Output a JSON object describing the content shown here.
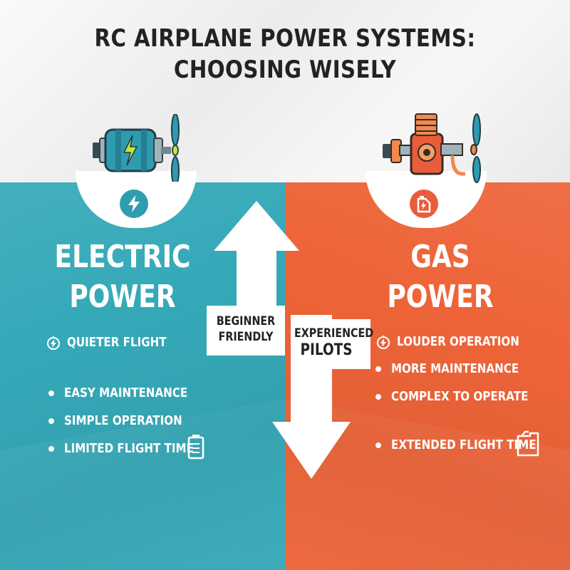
{
  "title": {
    "line1": "RC AIRPLANE POWER SYSTEMS:",
    "line2": "CHOOSING WISELY"
  },
  "colors": {
    "electric": "#35a9b8",
    "gas": "#ee6438",
    "dark": "#222222"
  },
  "electric": {
    "heading_line1": "ELECTRIC",
    "heading_line2": "POWER",
    "icon": "electric-motor-icon",
    "badge_icon": "lightning-bolt-icon",
    "highlight": "QUIETER FLIGHT",
    "highlight_icon": "quiet-timer-icon",
    "items": [
      "EASY MAINTENANCE",
      "SIMPLE OPERATION",
      "LIMITED FLIGHT TIME"
    ],
    "end_icon": "battery-icon"
  },
  "gas": {
    "heading_line1": "GAS",
    "heading_line2": "POWER",
    "icon": "gas-engine-icon",
    "badge_icon": "fuel-can-icon",
    "highlight": "LOUDER OPERATION",
    "highlight_icon": "loud-timer-icon",
    "items": [
      "MORE MAINTENANCE",
      "COMPLEX TO OPERATE"
    ],
    "extra": "EXTENDED FLIGHT TIME",
    "end_icon": "fuel-jerrycan-icon"
  },
  "arrows": {
    "up_label_line1": "BEGINNER",
    "up_label_line2": "FRIENDLY",
    "down_label_line1": "EXPERIENCED",
    "down_label_line2": "PILOTS"
  }
}
